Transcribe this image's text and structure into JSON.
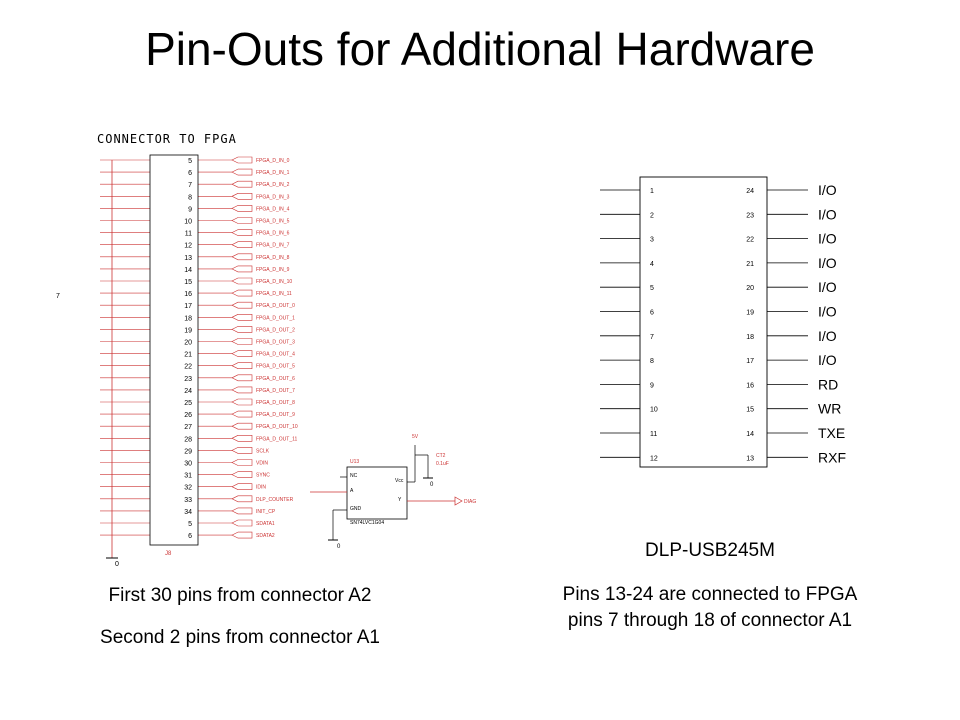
{
  "title": "Pin-Outs for Additional Hardware",
  "left_schematic": {
    "heading": "CONNECTOR TO FPGA",
    "stray_label": "7",
    "inner_pin_labels": [
      "5",
      "6",
      "7",
      "8",
      "9",
      "10",
      "11",
      "12",
      "13",
      "14",
      "15",
      "16",
      "17",
      "18",
      "19",
      "20",
      "21",
      "22",
      "23",
      "24",
      "25",
      "26",
      "27",
      "28",
      "29",
      "30",
      "31",
      "32",
      "33",
      "34",
      "5",
      "6"
    ],
    "signal_names": [
      "FPGA_D_IN_0",
      "FPGA_D_IN_1",
      "FPGA_D_IN_2",
      "FPGA_D_IN_3",
      "FPGA_D_IN_4",
      "FPGA_D_IN_5",
      "FPGA_D_IN_6",
      "FPGA_D_IN_7",
      "FPGA_D_IN_8",
      "FPGA_D_IN_9",
      "FPGA_D_IN_10",
      "FPGA_D_IN_11",
      "FPGA_D_OUT_0",
      "FPGA_D_OUT_1",
      "FPGA_D_OUT_2",
      "FPGA_D_OUT_3",
      "FPGA_D_OUT_4",
      "FPGA_D_OUT_5",
      "FPGA_D_OUT_6",
      "FPGA_D_OUT_7",
      "FPGA_D_OUT_8",
      "FPGA_D_OUT_9",
      "FPGA_D_OUT_10",
      "FPGA_D_OUT_11",
      "SCLK",
      "VDIN",
      "SYNC",
      "IDIN",
      "DLP_COUNTER",
      "INIT_CP",
      "SDATA1",
      "SDATA2"
    ],
    "connector_ref": "J8",
    "ground_label": "0",
    "buffer": {
      "ref": "U13",
      "part": "SN74LVC1G04",
      "pins": {
        "nc": "NC",
        "a": "A",
        "gnd": "GND",
        "vcc": "Vcc",
        "y": "Y"
      },
      "supply": "5V",
      "cap": "CT2",
      "cap_value": "0.1uF",
      "out_net": "DIAG"
    }
  },
  "right_schematic": {
    "left_pins": [
      "1",
      "2",
      "3",
      "4",
      "5",
      "6",
      "7",
      "8",
      "9",
      "10",
      "11",
      "12"
    ],
    "right_pins": [
      "24",
      "23",
      "22",
      "21",
      "20",
      "19",
      "18",
      "17",
      "16",
      "15",
      "14",
      "13"
    ],
    "signals": [
      "I/O",
      "I/O",
      "I/O",
      "I/O",
      "I/O",
      "I/O",
      "I/O",
      "I/O",
      "RD",
      "WR",
      "TXE",
      "RXF"
    ]
  },
  "captions": {
    "left_line1": "First 30 pins from connector A2",
    "left_line2": "Second 2 pins from connector A1",
    "device": "DLP-USB245M",
    "right_note": "Pins 13-24 are connected to FPGA pins 7 through 18 of connector A1"
  },
  "colors": {
    "wire": "#cc3333",
    "ink": "#000000"
  }
}
